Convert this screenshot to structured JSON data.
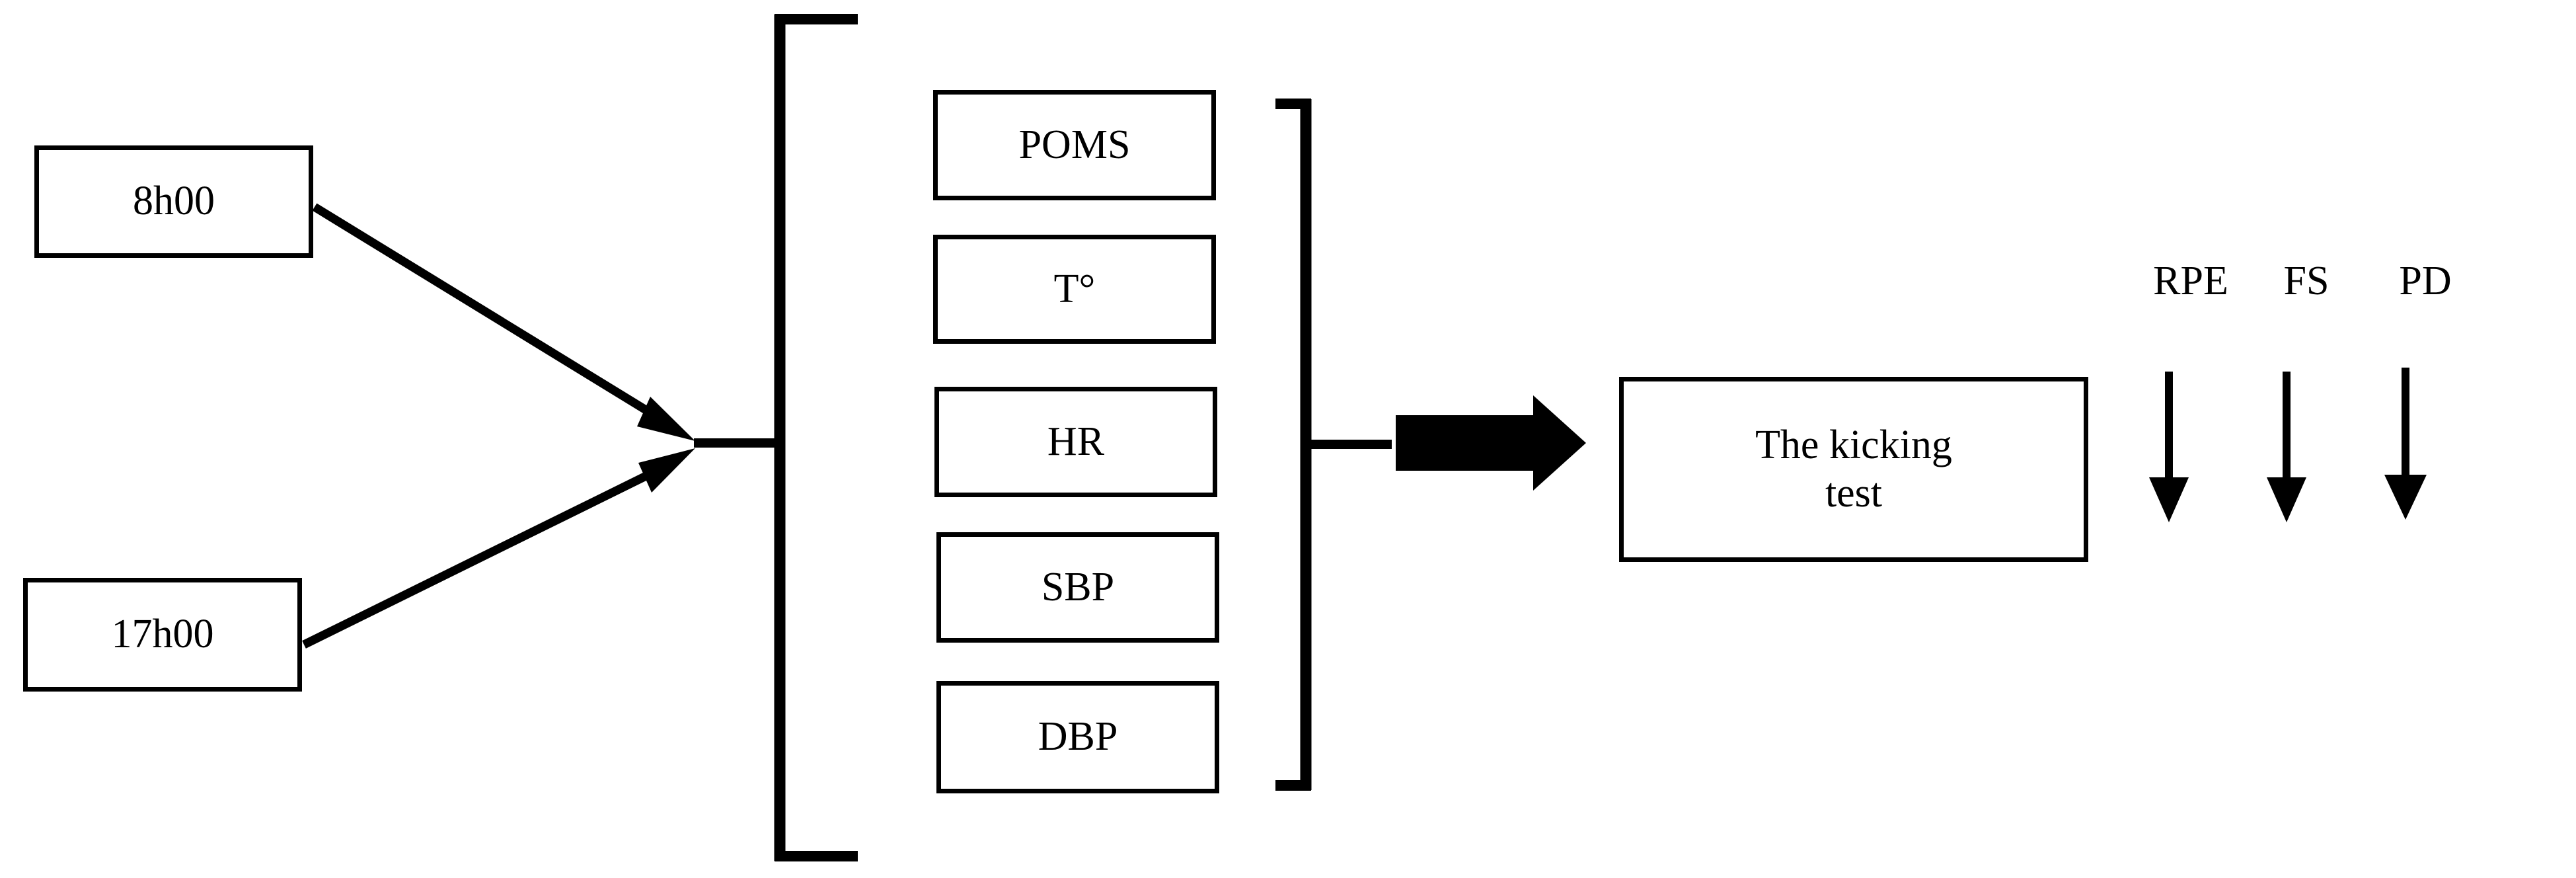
{
  "diagram": {
    "title": "Experimental protocol flow diagram",
    "background_color": "#ffffff",
    "stroke_color": "#000000",
    "time_points": [
      {
        "label": "8h00",
        "name": "time-box-morning"
      },
      {
        "label": "17h00",
        "name": "time-box-evening"
      }
    ],
    "measures": [
      {
        "label": "POMS"
      },
      {
        "label": "T°"
      },
      {
        "label": "HR"
      },
      {
        "label": "SBP"
      },
      {
        "label": "DBP"
      }
    ],
    "test": {
      "line1": "The kicking",
      "line2": "test"
    },
    "outcomes": [
      {
        "label": "RPE"
      },
      {
        "label": "FS"
      },
      {
        "label": "PD"
      }
    ],
    "connectors": {
      "morning_arrow": "diagonal-arrow-down-right",
      "evening_arrow": "diagonal-arrow-up-right",
      "left_bracket": "left-square-bracket",
      "right_bracket": "right-square-bracket",
      "block_arrow": "thick-right-arrow",
      "outcome_arrows": "down-arrow"
    }
  }
}
